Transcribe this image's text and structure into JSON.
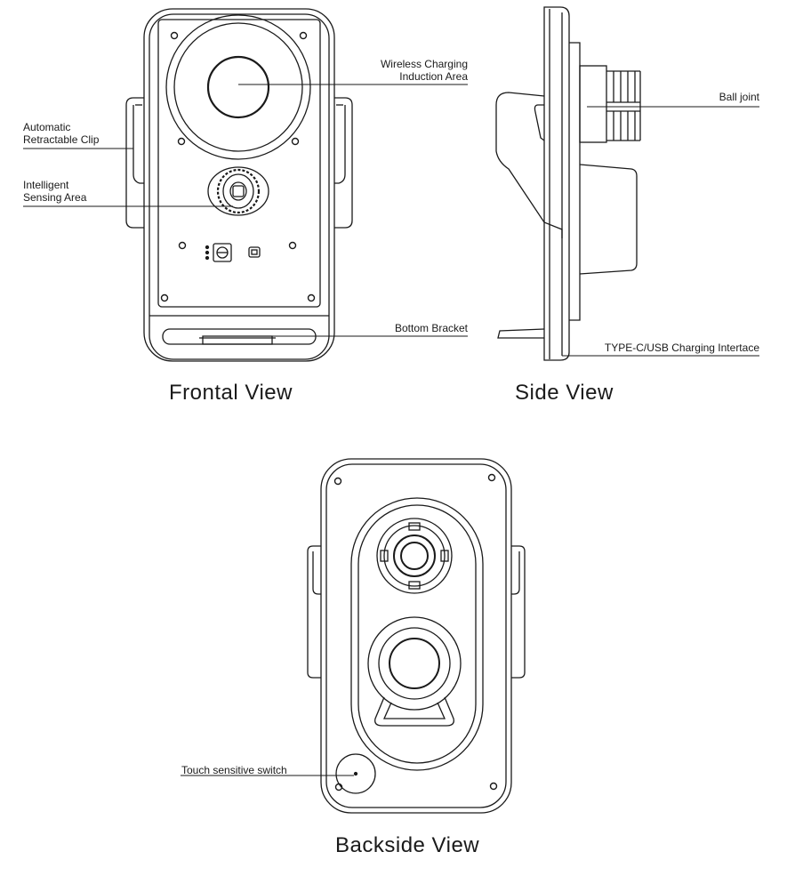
{
  "callouts": {
    "wireless_charging": "Wireless Charging\nInduction Area",
    "automatic_clip": "Automatic\nRetractable Clip",
    "intelligent_sensing": "Intelligent\nSensing Area",
    "bottom_bracket": "Bottom Bracket",
    "ball_joint": "Ball joint",
    "type_c": "TYPE-C/USB Charging Intertace",
    "touch_switch": "Touch sensitive switch"
  },
  "view_titles": {
    "frontal": "Frontal View",
    "side": "Side View",
    "backside": "Backside View"
  },
  "colors": {
    "line": "#1a1a1a",
    "background": "#ffffff"
  }
}
